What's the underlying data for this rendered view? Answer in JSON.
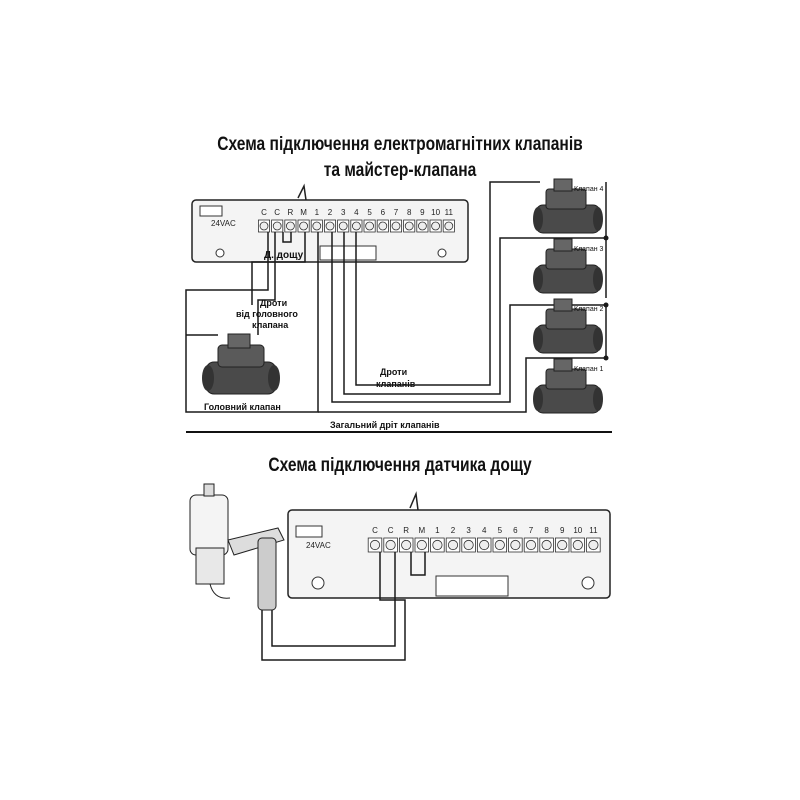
{
  "diagram1": {
    "title_line1": "Схема підключення електромагнітних клапанів",
    "title_line2": "та майстер-клапана",
    "terminals": [
      "C",
      "C",
      "R",
      "M",
      "1",
      "2",
      "3",
      "4",
      "5",
      "6",
      "7",
      "8",
      "9",
      "10",
      "11"
    ],
    "voltage_label": "24VAC",
    "rain_sensor_label": "Д. дощу",
    "master_wires_label": [
      "Дроти",
      "від головного",
      "клапана"
    ],
    "master_valve_label": "Головний клапан",
    "valve_wires_label": [
      "Дроти",
      "клапанів"
    ],
    "common_wire_label": "Загальний дріт клапанів",
    "valves": [
      "Клапан 4",
      "Клапан 3",
      "Клапан 2",
      "Клапан 1"
    ]
  },
  "diagram2": {
    "title": "Схема підключення датчика дощу",
    "terminals": [
      "C",
      "C",
      "R",
      "M",
      "1",
      "2",
      "3",
      "4",
      "5",
      "6",
      "7",
      "8",
      "9",
      "10",
      "11"
    ],
    "voltage_label": "24VAC"
  },
  "colors": {
    "line": "#1a1a1a",
    "panel": "#f2f2f2",
    "valve": "#4a4a4a"
  }
}
